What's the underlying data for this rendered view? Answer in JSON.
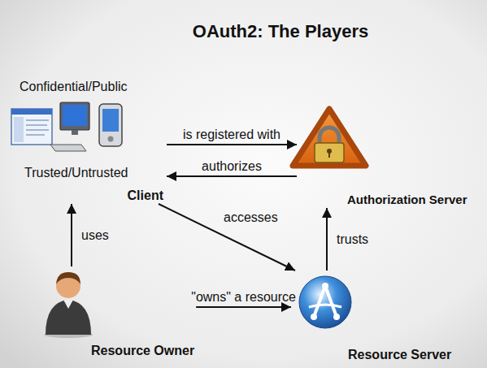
{
  "diagram": {
    "title": "OAuth2: The Players",
    "nodes": [
      {
        "text": [
          "Confidential/Public",
          "Trusted/Untrusted",
          "Client"
        ]
      },
      {
        "text": [
          "Authorization Server"
        ]
      },
      {
        "text": [
          "Resource Owner"
        ]
      },
      {
        "text": [
          "Resource Server"
        ]
      }
    ],
    "edges": [
      {
        "from": 0,
        "to": 1,
        "label": "is registered with",
        "arrow": "to"
      },
      {
        "from": 1,
        "to": 0,
        "label": "authorizes",
        "arrow": "to"
      },
      {
        "from": 0,
        "to": 3,
        "label": "accesses",
        "arrow": "to"
      },
      {
        "from": 2,
        "to": 0,
        "label": "uses",
        "arrow": "to"
      },
      {
        "from": 2,
        "to": 3,
        "label": "\"owns\" a resource",
        "arrow": "to"
      },
      {
        "from": 3,
        "to": 1,
        "label": "trusts",
        "arrow": "to"
      }
    ]
  }
}
